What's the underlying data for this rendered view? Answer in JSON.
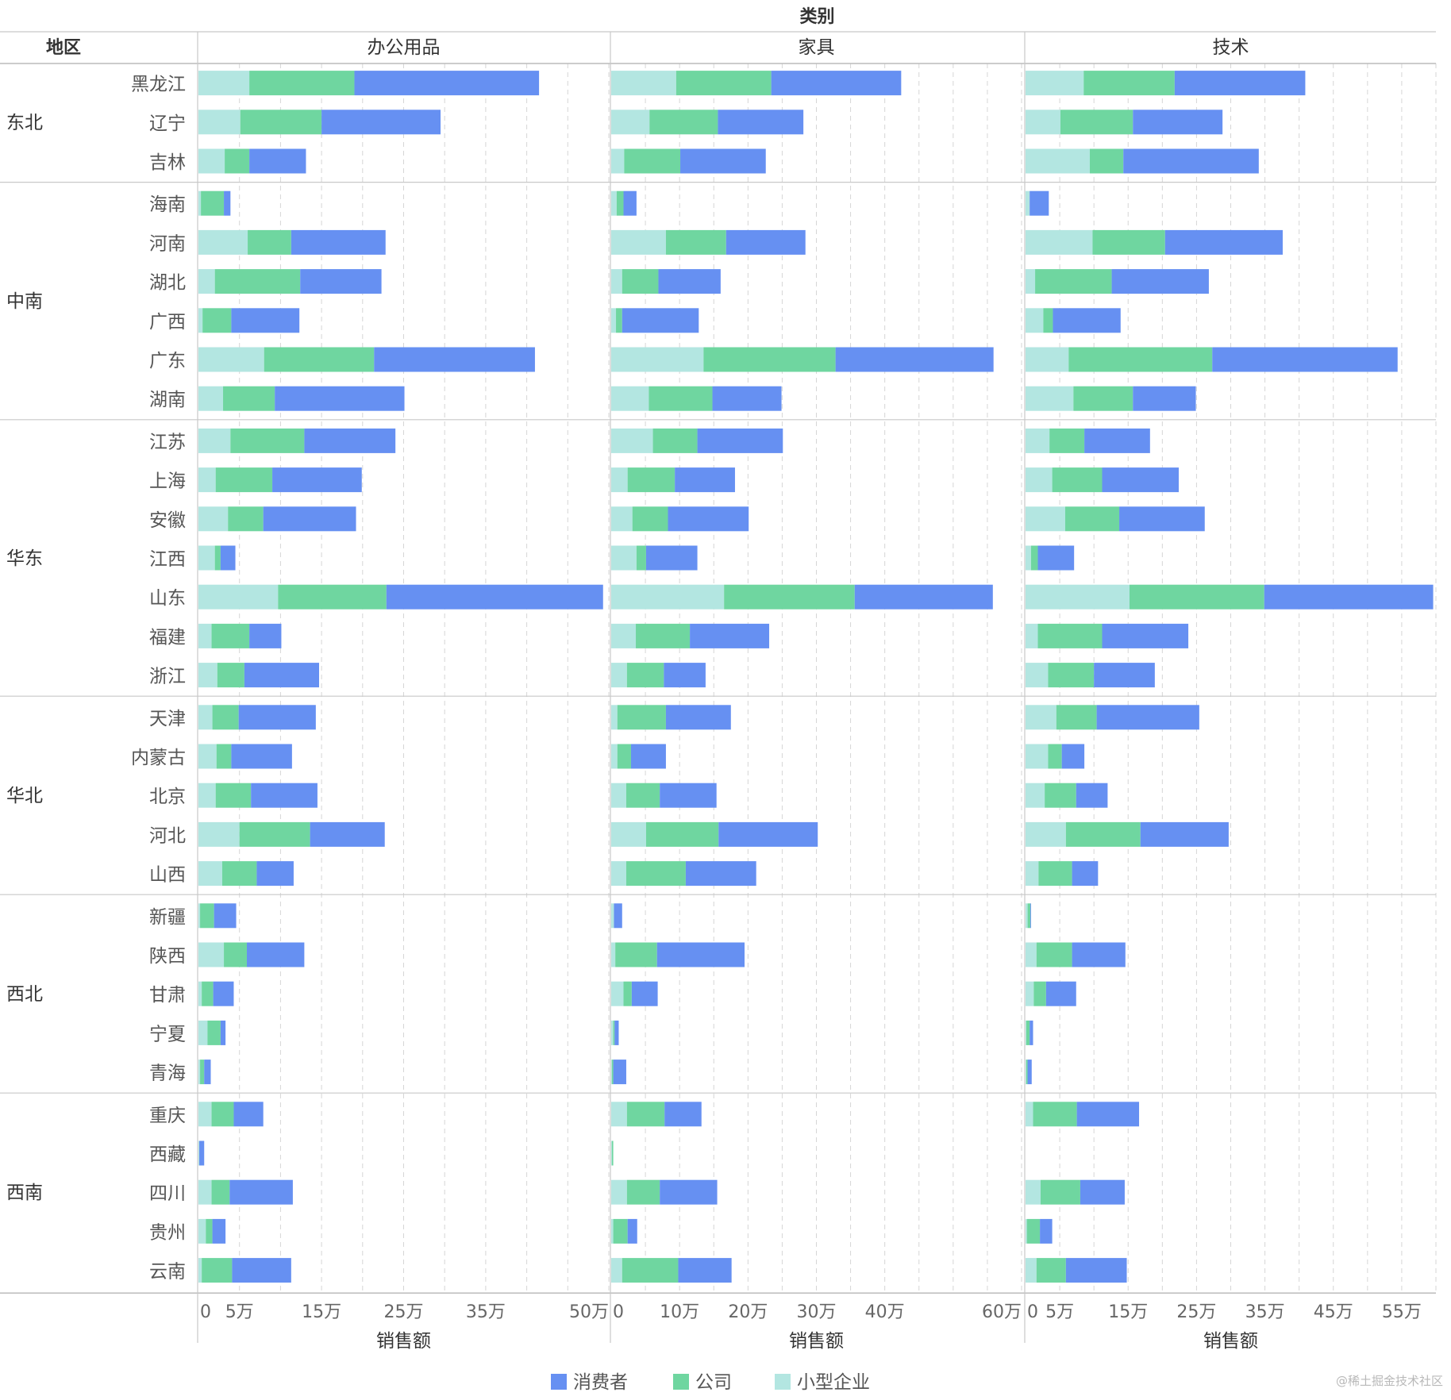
{
  "chart_data": {
    "type": "bar",
    "orientation": "horizontal",
    "stacked": true,
    "column_header_title": "类别",
    "row_header_title": "地区",
    "xlabel": "销售额",
    "grid": true,
    "legend_position": "bottom",
    "series_names": [
      "消费者",
      "公司",
      "小型企业"
    ],
    "colors": {
      "消费者": "#6690f2",
      "公司": "#6fd6a0",
      "小型企业": "#b3e6e1"
    },
    "panels": [
      {
        "name": "办公用品",
        "xlim": [
          0,
          50
        ],
        "ticks": [
          {
            "v": 0,
            "label": "0"
          },
          {
            "v": 5,
            "label": "5万"
          },
          {
            "v": 15,
            "label": "15万"
          },
          {
            "v": 25,
            "label": "25万"
          },
          {
            "v": 35,
            "label": "35万"
          },
          {
            "v": 50,
            "label": "50万"
          }
        ],
        "grid_step": 5
      },
      {
        "name": "家具",
        "xlim": [
          0,
          60
        ],
        "ticks": [
          {
            "v": 0,
            "label": "0"
          },
          {
            "v": 10,
            "label": "10万"
          },
          {
            "v": 20,
            "label": "20万"
          },
          {
            "v": 30,
            "label": "30万"
          },
          {
            "v": 40,
            "label": "40万"
          },
          {
            "v": 60,
            "label": "60万"
          }
        ],
        "grid_step": 5
      },
      {
        "name": "技术",
        "xlim": [
          0,
          60
        ],
        "ticks": [
          {
            "v": 0,
            "label": "0"
          },
          {
            "v": 5,
            "label": "5万"
          },
          {
            "v": 15,
            "label": "15万"
          },
          {
            "v": 25,
            "label": "25万"
          },
          {
            "v": 35,
            "label": "35万"
          },
          {
            "v": 45,
            "label": "45万"
          },
          {
            "v": 55,
            "label": "55万"
          }
        ],
        "grid_step": 5
      }
    ],
    "groups": [
      {
        "region": "东北",
        "provinces": [
          {
            "name": "黑龙江",
            "values": [
              [
                22.5,
                12.8,
                6.2
              ],
              [
                19.0,
                13.9,
                9.5
              ],
              [
                19.1,
                13.3,
                8.5
              ]
            ]
          },
          {
            "name": "辽宁",
            "values": [
              [
                14.5,
                9.9,
                5.1
              ],
              [
                12.5,
                10.0,
                5.6
              ],
              [
                13.1,
                10.6,
                5.1
              ]
            ]
          },
          {
            "name": "吉林",
            "values": [
              [
                6.9,
                3.0,
                3.2
              ],
              [
                12.5,
                8.2,
                1.9
              ],
              [
                19.8,
                4.9,
                9.4
              ]
            ]
          }
        ]
      },
      {
        "region": "中南",
        "provinces": [
          {
            "name": "海南",
            "values": [
              [
                0.8,
                2.8,
                0.3
              ],
              [
                1.9,
                1.0,
                0.8
              ],
              [
                2.8,
                0.0,
                0.6
              ]
            ]
          },
          {
            "name": "河南",
            "values": [
              [
                11.5,
                5.3,
                6.0
              ],
              [
                11.6,
                8.8,
                8.0
              ],
              [
                17.2,
                10.6,
                9.8
              ]
            ]
          },
          {
            "name": "湖北",
            "values": [
              [
                9.9,
                10.4,
                2.0
              ],
              [
                9.1,
                5.3,
                1.6
              ],
              [
                14.2,
                11.2,
                1.4
              ]
            ]
          },
          {
            "name": "广西",
            "values": [
              [
                8.3,
                3.5,
                0.5
              ],
              [
                11.2,
                0.9,
                0.7
              ],
              [
                9.9,
                1.4,
                2.6
              ]
            ]
          },
          {
            "name": "广东",
            "values": [
              [
                19.6,
                13.4,
                8.0
              ],
              [
                23.1,
                19.3,
                13.5
              ],
              [
                27.1,
                21.0,
                6.3
              ]
            ]
          },
          {
            "name": "湖南",
            "values": [
              [
                15.8,
                6.3,
                3.0
              ],
              [
                10.1,
                9.3,
                5.5
              ],
              [
                9.2,
                8.7,
                7.0
              ]
            ]
          }
        ]
      },
      {
        "region": "华东",
        "provinces": [
          {
            "name": "江苏",
            "values": [
              [
                11.1,
                9.0,
                3.9
              ],
              [
                12.5,
                6.5,
                6.1
              ],
              [
                9.6,
                5.1,
                3.5
              ]
            ]
          },
          {
            "name": "上海",
            "values": [
              [
                10.9,
                6.9,
                2.1
              ],
              [
                8.8,
                6.9,
                2.4
              ],
              [
                11.2,
                7.3,
                3.9
              ]
            ]
          },
          {
            "name": "安徽",
            "values": [
              [
                11.3,
                4.3,
                3.6
              ],
              [
                11.8,
                5.2,
                3.1
              ],
              [
                12.5,
                7.9,
                5.8
              ]
            ]
          },
          {
            "name": "江西",
            "values": [
              [
                1.8,
                0.7,
                2.0
              ],
              [
                7.5,
                1.4,
                3.7
              ],
              [
                5.3,
                1.0,
                0.8
              ]
            ]
          },
          {
            "name": "山东",
            "values": [
              [
                26.4,
                13.2,
                9.7
              ],
              [
                20.2,
                19.1,
                16.5
              ],
              [
                24.7,
                19.7,
                15.2
              ]
            ]
          },
          {
            "name": "福建",
            "values": [
              [
                3.9,
                4.6,
                1.6
              ],
              [
                11.6,
                7.9,
                3.6
              ],
              [
                12.6,
                9.4,
                1.8
              ]
            ]
          },
          {
            "name": "浙江",
            "values": [
              [
                9.1,
                3.3,
                2.3
              ],
              [
                6.1,
                5.4,
                2.3
              ],
              [
                8.9,
                6.7,
                3.3
              ]
            ]
          }
        ]
      },
      {
        "region": "华北",
        "provinces": [
          {
            "name": "天津",
            "values": [
              [
                9.4,
                3.2,
                1.7
              ],
              [
                9.5,
                7.1,
                0.9
              ],
              [
                15.0,
                5.9,
                4.5
              ]
            ]
          },
          {
            "name": "内蒙古",
            "values": [
              [
                7.4,
                1.8,
                2.2
              ],
              [
                5.1,
                2.0,
                0.9
              ],
              [
                3.3,
                2.0,
                3.3
              ]
            ]
          },
          {
            "name": "北京",
            "values": [
              [
                8.1,
                4.3,
                2.1
              ],
              [
                8.3,
                4.9,
                2.2
              ],
              [
                4.6,
                4.6,
                2.8
              ]
            ]
          },
          {
            "name": "河北",
            "values": [
              [
                9.1,
                8.6,
                5.0
              ],
              [
                14.5,
                10.6,
                5.1
              ],
              [
                12.9,
                10.9,
                5.9
              ]
            ]
          },
          {
            "name": "山西",
            "values": [
              [
                4.5,
                4.2,
                2.9
              ],
              [
                10.3,
                8.7,
                2.2
              ],
              [
                3.8,
                4.9,
                1.9
              ]
            ]
          }
        ]
      },
      {
        "region": "西北",
        "provinces": [
          {
            "name": "新疆",
            "values": [
              [
                2.7,
                1.7,
                0.2
              ],
              [
                1.2,
                0.0,
                0.4
              ],
              [
                0.1,
                0.4,
                0.3
              ]
            ]
          },
          {
            "name": "陕西",
            "values": [
              [
                7.0,
                2.8,
                3.1
              ],
              [
                12.8,
                6.1,
                0.6
              ],
              [
                7.8,
                5.2,
                1.6
              ]
            ]
          },
          {
            "name": "甘肃",
            "values": [
              [
                2.5,
                1.4,
                0.4
              ],
              [
                3.8,
                1.2,
                1.8
              ],
              [
                4.4,
                1.8,
                1.2
              ]
            ]
          },
          {
            "name": "宁夏",
            "values": [
              [
                0.6,
                1.6,
                1.1
              ],
              [
                0.6,
                0.2,
                0.3
              ],
              [
                0.5,
                0.5,
                0.1
              ]
            ]
          },
          {
            "name": "青海",
            "values": [
              [
                0.8,
                0.5,
                0.2
              ],
              [
                1.9,
                0.2,
                0.1
              ],
              [
                0.6,
                0.2,
                0.1
              ]
            ]
          }
        ]
      },
      {
        "region": "西南",
        "provinces": [
          {
            "name": "重庆",
            "values": [
              [
                3.6,
                2.7,
                1.6
              ],
              [
                5.4,
                5.5,
                2.3
              ],
              [
                9.1,
                6.4,
                1.1
              ]
            ]
          },
          {
            "name": "西藏",
            "values": [
              [
                0.6,
                0.0,
                0.1
              ],
              [
                0.0,
                0.2,
                0.1
              ],
              [
                0.0,
                0.0,
                0.0
              ]
            ]
          },
          {
            "name": "四川",
            "values": [
              [
                7.7,
                2.2,
                1.6
              ],
              [
                8.4,
                4.8,
                2.3
              ],
              [
                6.5,
                5.8,
                2.2
              ]
            ]
          },
          {
            "name": "贵州",
            "values": [
              [
                1.6,
                0.8,
                0.9
              ],
              [
                1.4,
                2.1,
                0.3
              ],
              [
                1.8,
                1.9,
                0.2
              ]
            ]
          },
          {
            "name": "云南",
            "values": [
              [
                7.2,
                3.7,
                0.4
              ],
              [
                7.8,
                8.2,
                1.6
              ],
              [
                8.9,
                4.3,
                1.6
              ]
            ]
          }
        ]
      }
    ]
  },
  "watermark": "@稀土掘金技术社区"
}
